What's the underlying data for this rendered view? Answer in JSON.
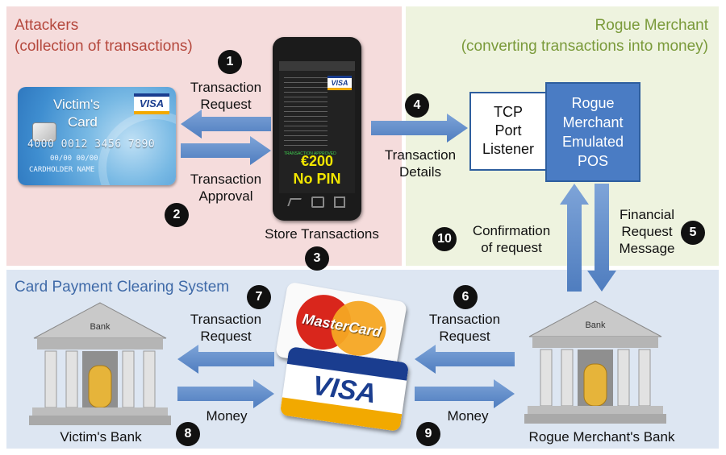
{
  "regions": {
    "attackers": {
      "title": "Attackers",
      "subtitle": "(collection of transactions)",
      "color": "#b5483d",
      "bg": "#f5dcdc"
    },
    "rogue_merchant": {
      "title": "Rogue Merchant",
      "subtitle": "(converting transactions into money)",
      "color": "#7a9a3a",
      "bg": "#eef3df"
    },
    "clearing": {
      "title": "Card Payment Clearing System",
      "color": "#3f6aa8",
      "bg": "#dde6f2"
    }
  },
  "victim_card": {
    "title_line1": "Victim's",
    "title_line2": "Card",
    "brand": "VISA",
    "number": "4000 0012 3456 7890",
    "holder": "CARDHOLDER NAME",
    "expiry": "00/00 00/00"
  },
  "phone": {
    "brand": "VISA",
    "amount": "€200",
    "note": "No PIN",
    "status": "TRANSACTION APPROVED"
  },
  "tcp_box": {
    "line1": "TCP",
    "line2": "Port",
    "line3": "Listener"
  },
  "pos_box": {
    "line1": "Rogue",
    "line2": "Merchant",
    "line3": "Emulated",
    "line4": "POS"
  },
  "steps": {
    "s1": {
      "num": "1",
      "line1": "Transaction",
      "line2": "Request"
    },
    "s2": {
      "num": "2",
      "line1": "Transaction",
      "line2": "Approval"
    },
    "s3": {
      "num": "3",
      "line1": "Store Transactions"
    },
    "s4": {
      "num": "4",
      "line1": "Transaction",
      "line2": "Details"
    },
    "s5": {
      "num": "5",
      "line1": "Financial",
      "line2": "Request",
      "line3": "Message"
    },
    "s6": {
      "num": "6",
      "line1": "Transaction",
      "line2": "Request"
    },
    "s7": {
      "num": "7",
      "line1": "Transaction",
      "line2": "Request"
    },
    "s8": {
      "num": "8",
      "line1": "Money"
    },
    "s9": {
      "num": "9",
      "line1": "Money"
    },
    "s10": {
      "num": "10",
      "line1": "Confirmation",
      "line2": "of request"
    }
  },
  "banks": {
    "victim": {
      "caption": "Victim's Bank",
      "sign": "Bank"
    },
    "rogue": {
      "caption": "Rogue Merchant's Bank",
      "sign": "Bank"
    }
  },
  "logos": {
    "mastercard": "MasterCard",
    "visa": "VISA"
  },
  "colors": {
    "arrow": "#5b86c4",
    "box": "#4a7cc4",
    "box_border": "#2e5e9e"
  }
}
